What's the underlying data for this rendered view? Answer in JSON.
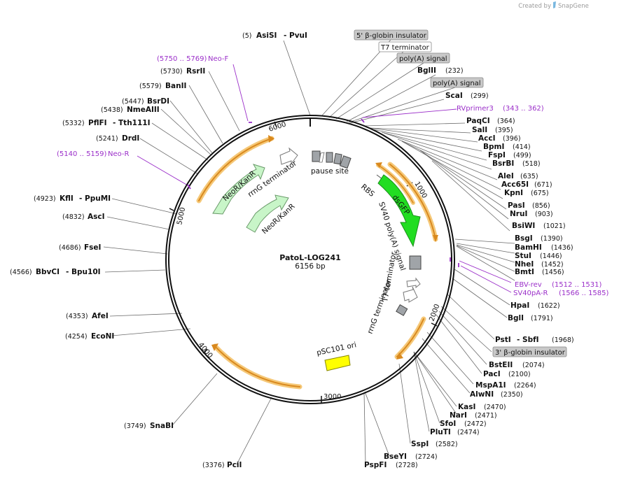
{
  "credit": {
    "prefix": "Created by",
    "brand": "SnapGene"
  },
  "plasmid": {
    "name": "PatoL-LOG241",
    "size": "6156 bp"
  },
  "ticks": [
    "1000",
    "2000",
    "3000",
    "4000",
    "5000",
    "6000"
  ],
  "sites": [
    {
      "id": "asisi",
      "pos": "(5)",
      "name": "AsiSI",
      "extra": "- PvuI"
    },
    {
      "id": "bglii",
      "pos": "(232)",
      "name": "BglII"
    },
    {
      "id": "scai",
      "pos": "(299)",
      "name": "ScaI"
    },
    {
      "id": "paqci",
      "pos": "(364)",
      "name": "PaqCI"
    },
    {
      "id": "sali",
      "pos": "(395)",
      "name": "SalI"
    },
    {
      "id": "acci",
      "pos": "(396)",
      "name": "AccI"
    },
    {
      "id": "bpmi",
      "pos": "(414)",
      "name": "BpmI"
    },
    {
      "id": "fspi",
      "pos": "(499)",
      "name": "FspI"
    },
    {
      "id": "bsrbi",
      "pos": "(518)",
      "name": "BsrBI"
    },
    {
      "id": "alei",
      "pos": "(635)",
      "name": "AleI"
    },
    {
      "id": "acc65i",
      "pos": "(671)",
      "name": "Acc65I"
    },
    {
      "id": "kpni",
      "pos": "(675)",
      "name": "KpnI"
    },
    {
      "id": "pasi",
      "pos": "(856)",
      "name": "PasI"
    },
    {
      "id": "nrui",
      "pos": "(903)",
      "name": "NruI"
    },
    {
      "id": "bsiwi",
      "pos": "(1021)",
      "name": "BsiWI"
    },
    {
      "id": "bsgi",
      "pos": "(1390)",
      "name": "BsgI"
    },
    {
      "id": "bamhi",
      "pos": "(1436)",
      "name": "BamHI"
    },
    {
      "id": "stui",
      "pos": "(1446)",
      "name": "StuI"
    },
    {
      "id": "nhei",
      "pos": "(1452)",
      "name": "NheI"
    },
    {
      "id": "bmti",
      "pos": "(1456)",
      "name": "BmtI"
    },
    {
      "id": "hpai",
      "pos": "(1622)",
      "name": "HpaI"
    },
    {
      "id": "bgli",
      "pos": "(1791)",
      "name": "BglI"
    },
    {
      "id": "psti",
      "pos": "(1968)",
      "name": "PstI",
      "extra": "- SbfI"
    },
    {
      "id": "bsteii",
      "pos": "(2074)",
      "name": "BstEII"
    },
    {
      "id": "paci",
      "pos": "(2100)",
      "name": "PacI"
    },
    {
      "id": "mspa1i",
      "pos": "(2264)",
      "name": "MspA1I"
    },
    {
      "id": "alwni",
      "pos": "(2350)",
      "name": "AlwNI"
    },
    {
      "id": "kasi",
      "pos": "(2470)",
      "name": "KasI"
    },
    {
      "id": "nari",
      "pos": "(2471)",
      "name": "NarI"
    },
    {
      "id": "sfoi",
      "pos": "(2472)",
      "name": "SfoI"
    },
    {
      "id": "plut1",
      "pos": "(2474)",
      "name": "PluTI"
    },
    {
      "id": "sspi",
      "pos": "(2582)",
      "name": "SspI"
    },
    {
      "id": "bseyi",
      "pos": "(2724)",
      "name": "BseYI"
    },
    {
      "id": "pspfi",
      "pos": "(2728)",
      "name": "PspFI"
    },
    {
      "id": "pcii",
      "pos": "(3376)",
      "name": "PciI"
    },
    {
      "id": "snabi",
      "pos": "(3749)",
      "name": "SnaBI"
    },
    {
      "id": "econi",
      "pos": "(4254)",
      "name": "EcoNI"
    },
    {
      "id": "afei",
      "pos": "(4353)",
      "name": "AfeI"
    },
    {
      "id": "bbvci",
      "pos": "(4566)",
      "name": "BbvCI",
      "extra": "- Bpu10I"
    },
    {
      "id": "fsei",
      "pos": "(4686)",
      "name": "FseI"
    },
    {
      "id": "asci",
      "pos": "(4832)",
      "name": "AscI"
    },
    {
      "id": "kfli",
      "pos": "(4923)",
      "name": "KflI",
      "extra": "- PpuMI"
    },
    {
      "id": "drdi",
      "pos": "(5241)",
      "name": "DrdI"
    },
    {
      "id": "pflfi",
      "pos": "(5332)",
      "name": "PflFI",
      "extra": "- Tth111I"
    },
    {
      "id": "nmeaiii",
      "pos": "(5438)",
      "name": "NmeAIII"
    },
    {
      "id": "bsrdi",
      "pos": "(5447)",
      "name": "BsrDI"
    },
    {
      "id": "banii",
      "pos": "(5579)",
      "name": "BanII"
    },
    {
      "id": "rsrii",
      "pos": "(5730)",
      "name": "RsrII"
    }
  ],
  "primers": [
    {
      "id": "rvprimer3",
      "name": "RVprimer3",
      "range": "(343 .. 362)"
    },
    {
      "id": "ebvrev",
      "name": "EBV-rev",
      "range": "(1512 .. 1531)"
    },
    {
      "id": "sv40par",
      "name": "SV40pA-R",
      "range": "(1566 .. 1585)"
    },
    {
      "id": "neof",
      "name": "Neo-F",
      "range": "(5750 .. 5769)"
    },
    {
      "id": "neor",
      "name": "Neo-R",
      "range": "(5140 .. 5159)"
    }
  ],
  "badges": {
    "beta5": "5' β-globin insulator",
    "t7": "T7 terminator",
    "polya1": "poly(A) signal",
    "polya2": "poly(A) signal",
    "beta3": "3' β-globin insulator"
  },
  "features": {
    "neokanr_outer": "NeoR/KanR",
    "rrng_outer": "rrnG terminator",
    "pause": "pause site",
    "rbs": "RBS",
    "dsgfp": "dsGFP",
    "sv40": "SV40 poly(A) signal",
    "neokanr_inner": "NeoR/KanR",
    "t7_inner": "T7 terminator",
    "rrng_inner": "rrnG terminator",
    "psc101": "pSC101 ori"
  },
  "colors": {
    "primer": "#9b2fc9",
    "insulator": "#f0a030",
    "gfp": "#22dd22",
    "neo": "#c8f5c8",
    "ori": "#ffff00",
    "badge": "#c8c8c8"
  }
}
